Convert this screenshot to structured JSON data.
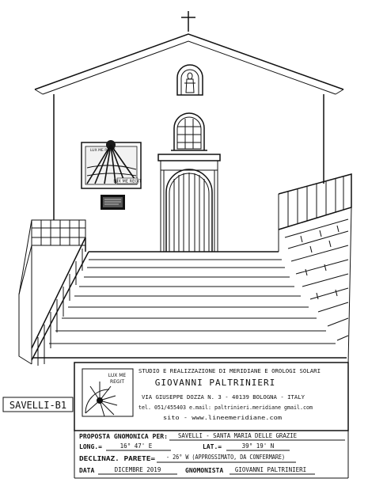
{
  "tag": "SAVELLI-B1",
  "sundial": {
    "plate": "LUX ME REGIT",
    "motto": "LUX ME REGIT"
  },
  "logo": {
    "motto_line1": "LUX ME",
    "motto_line2": "REGIT"
  },
  "studio": {
    "heading": "STUDIO E REALIZZAZIONE DI MERIDIANE E OROLOGI SOLARI",
    "name": "GIOVANNI PALTRINIERI",
    "address": "VIA GIUSEPPE DOZZA N. 3  -  40139 BOLOGNA  -  ITALY",
    "contact": "tel. 051/455403    e.mail: paltrinieri.meridiane  gmail.com",
    "site": "sito - www.lineemeridiane.com"
  },
  "proposal": {
    "label_proposta": "PROPOSTA GNOMONICA PER:",
    "proposta": "SAVELLI - SANTA MARIA DELLE GRAZIE",
    "label_long": "LONG.=",
    "long": "16° 47' E",
    "label_lat": "LAT.=",
    "lat": "39° 19' N",
    "label_declinaz": "DECLINAZ. PARETE=",
    "declinaz": "- 26° W  (APPROSSIMATO, DA CONFERMARE)",
    "label_data": "DATA",
    "data": "DICEMBRE 2019",
    "label_gnomonista": "GNOMONISTA",
    "gnomonista": "GIOVANNI PALTRINIERI"
  },
  "colors": {
    "ink": "#111111",
    "paper": "#ffffff",
    "dial_dark": "#1a1a1a"
  }
}
